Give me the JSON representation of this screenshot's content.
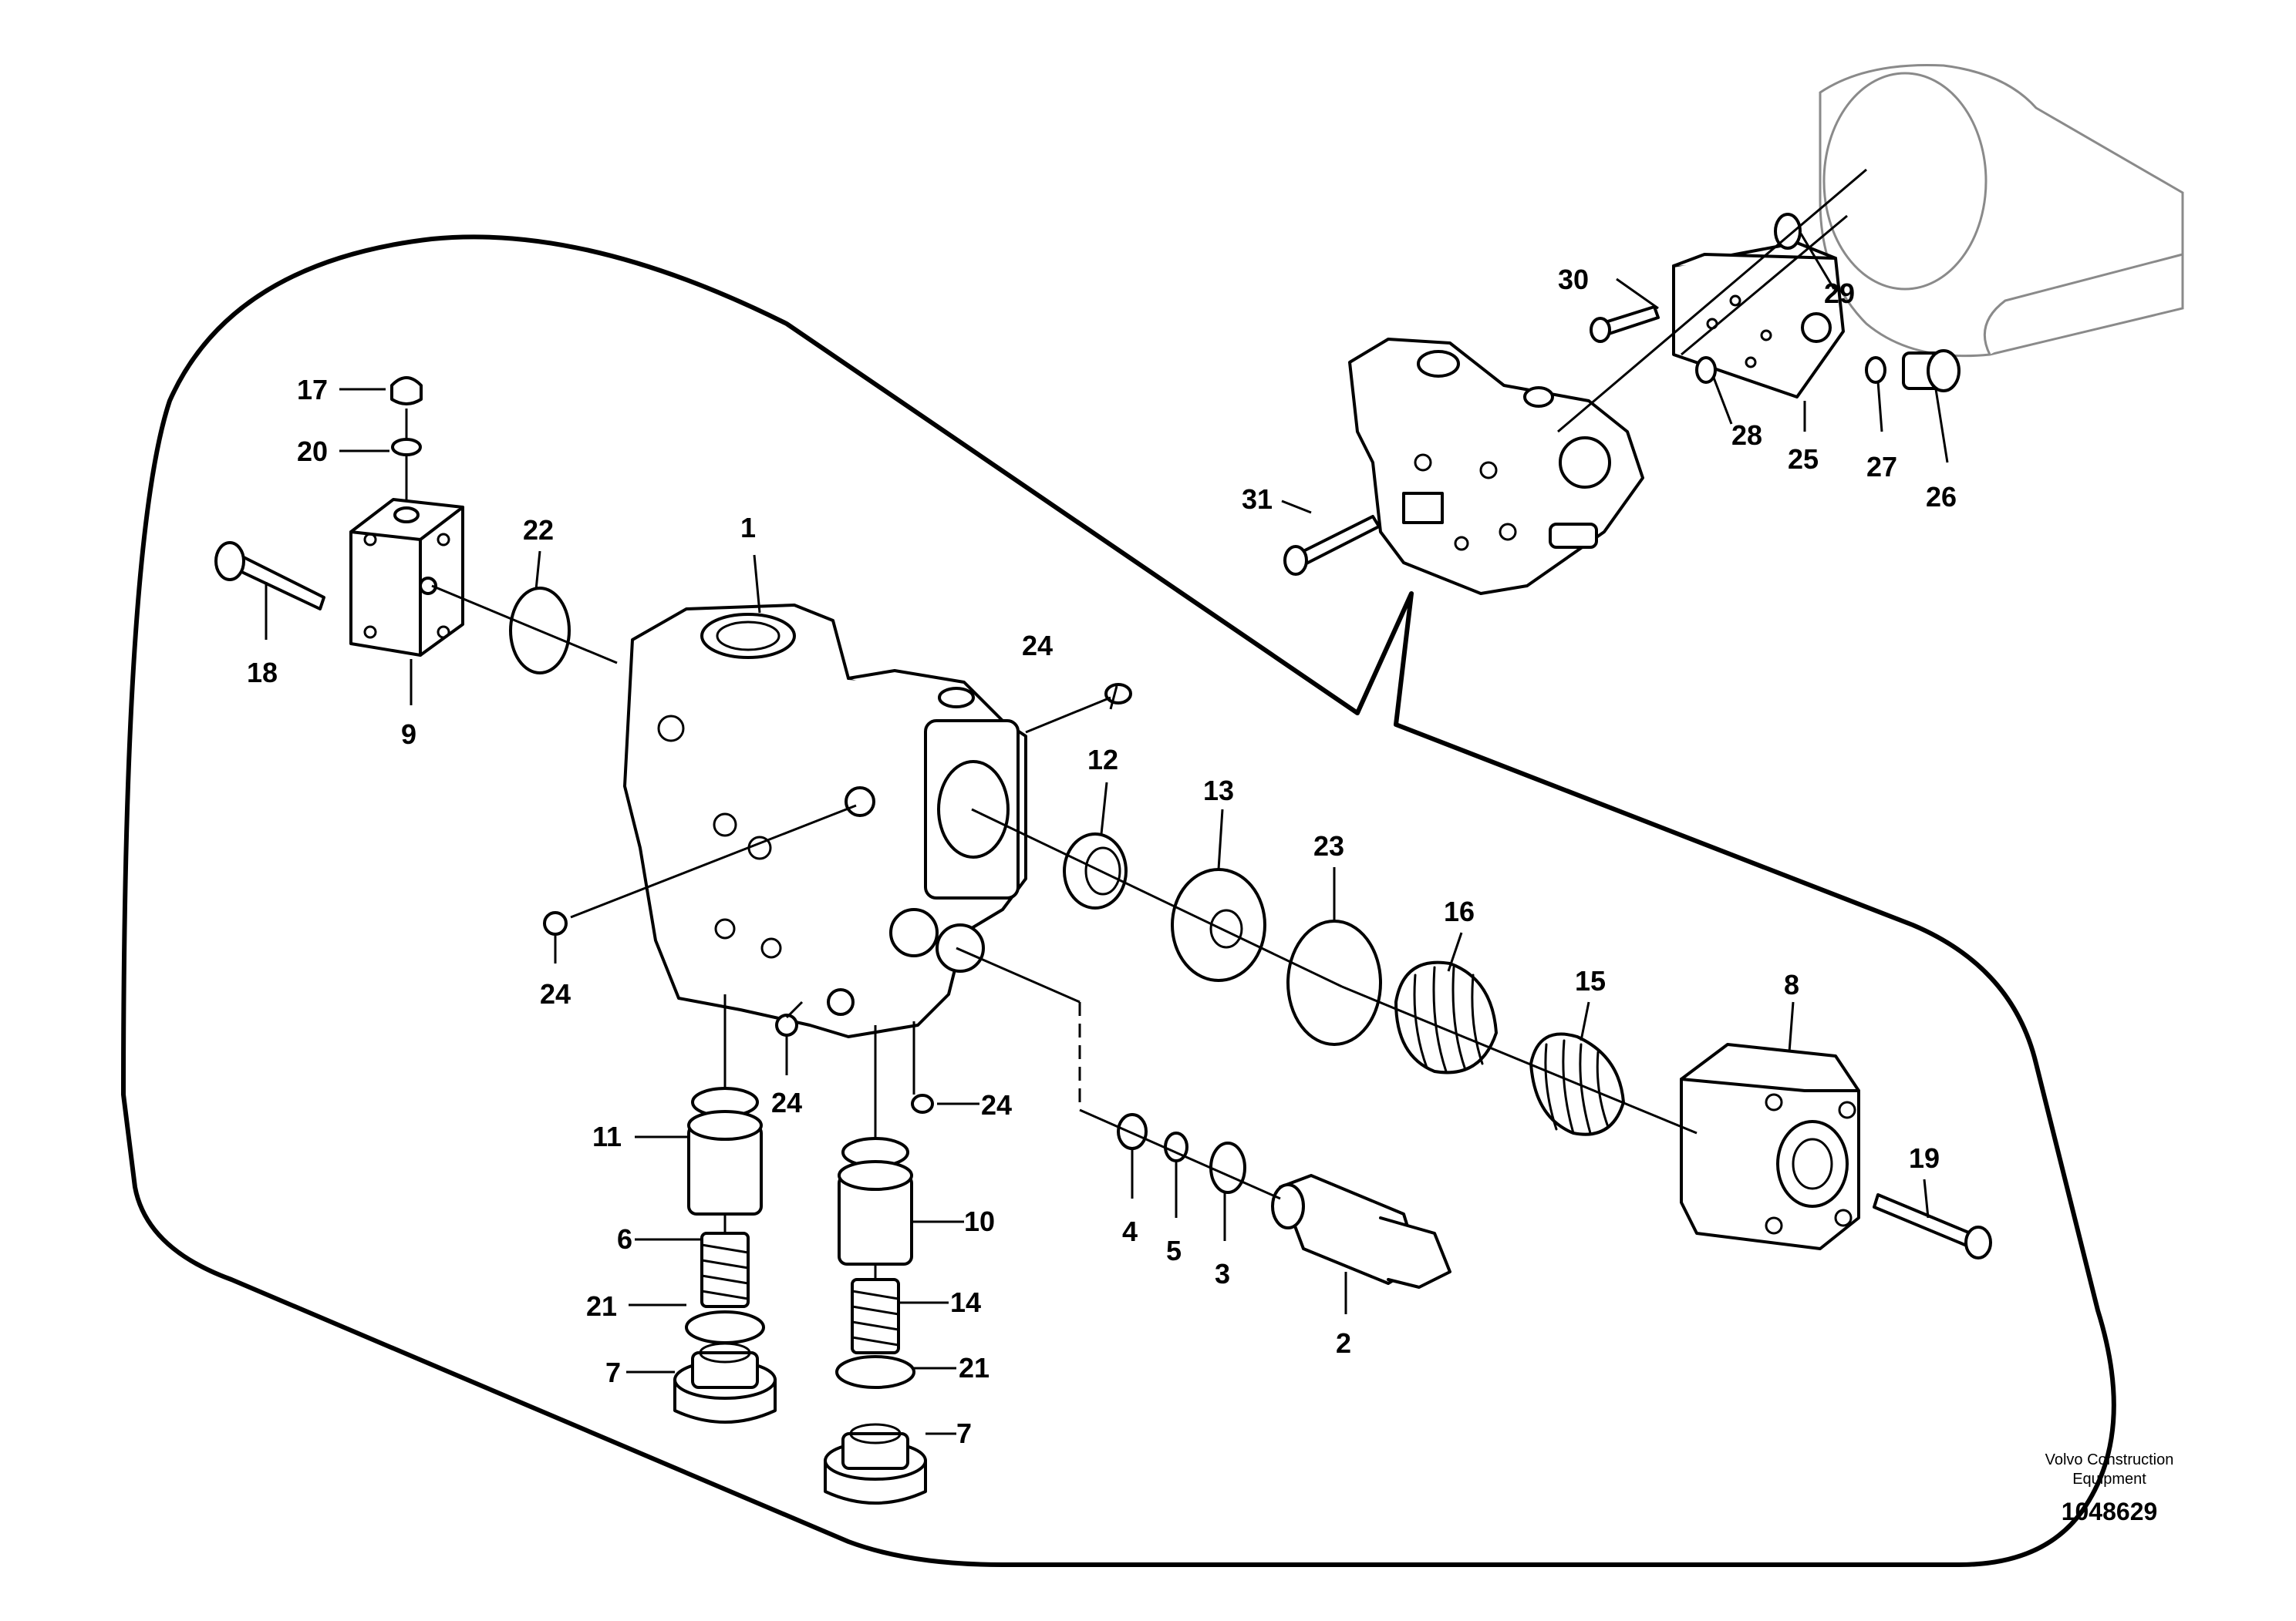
{
  "callouts": {
    "c1": "1",
    "c2": "2",
    "c3": "3",
    "c4": "4",
    "c5": "5",
    "c6": "6",
    "c7a": "7",
    "c7b": "7",
    "c8": "8",
    "c9": "9",
    "c10": "10",
    "c11": "11",
    "c12": "12",
    "c13": "13",
    "c14": "14",
    "c15": "15",
    "c16": "16",
    "c17": "17",
    "c18": "18",
    "c19": "19",
    "c20": "20",
    "c21a": "21",
    "c21b": "21",
    "c22": "22",
    "c23": "23",
    "c24a": "24",
    "c24b": "24",
    "c24c": "24",
    "c24d": "24",
    "c25": "25",
    "c26": "26",
    "c27": "27",
    "c28": "28",
    "c29": "29",
    "c30": "30",
    "c31": "31"
  },
  "footer": {
    "brand_line1": "Volvo Construction",
    "brand_line2": "Equipment",
    "doc_number": "1048629"
  }
}
